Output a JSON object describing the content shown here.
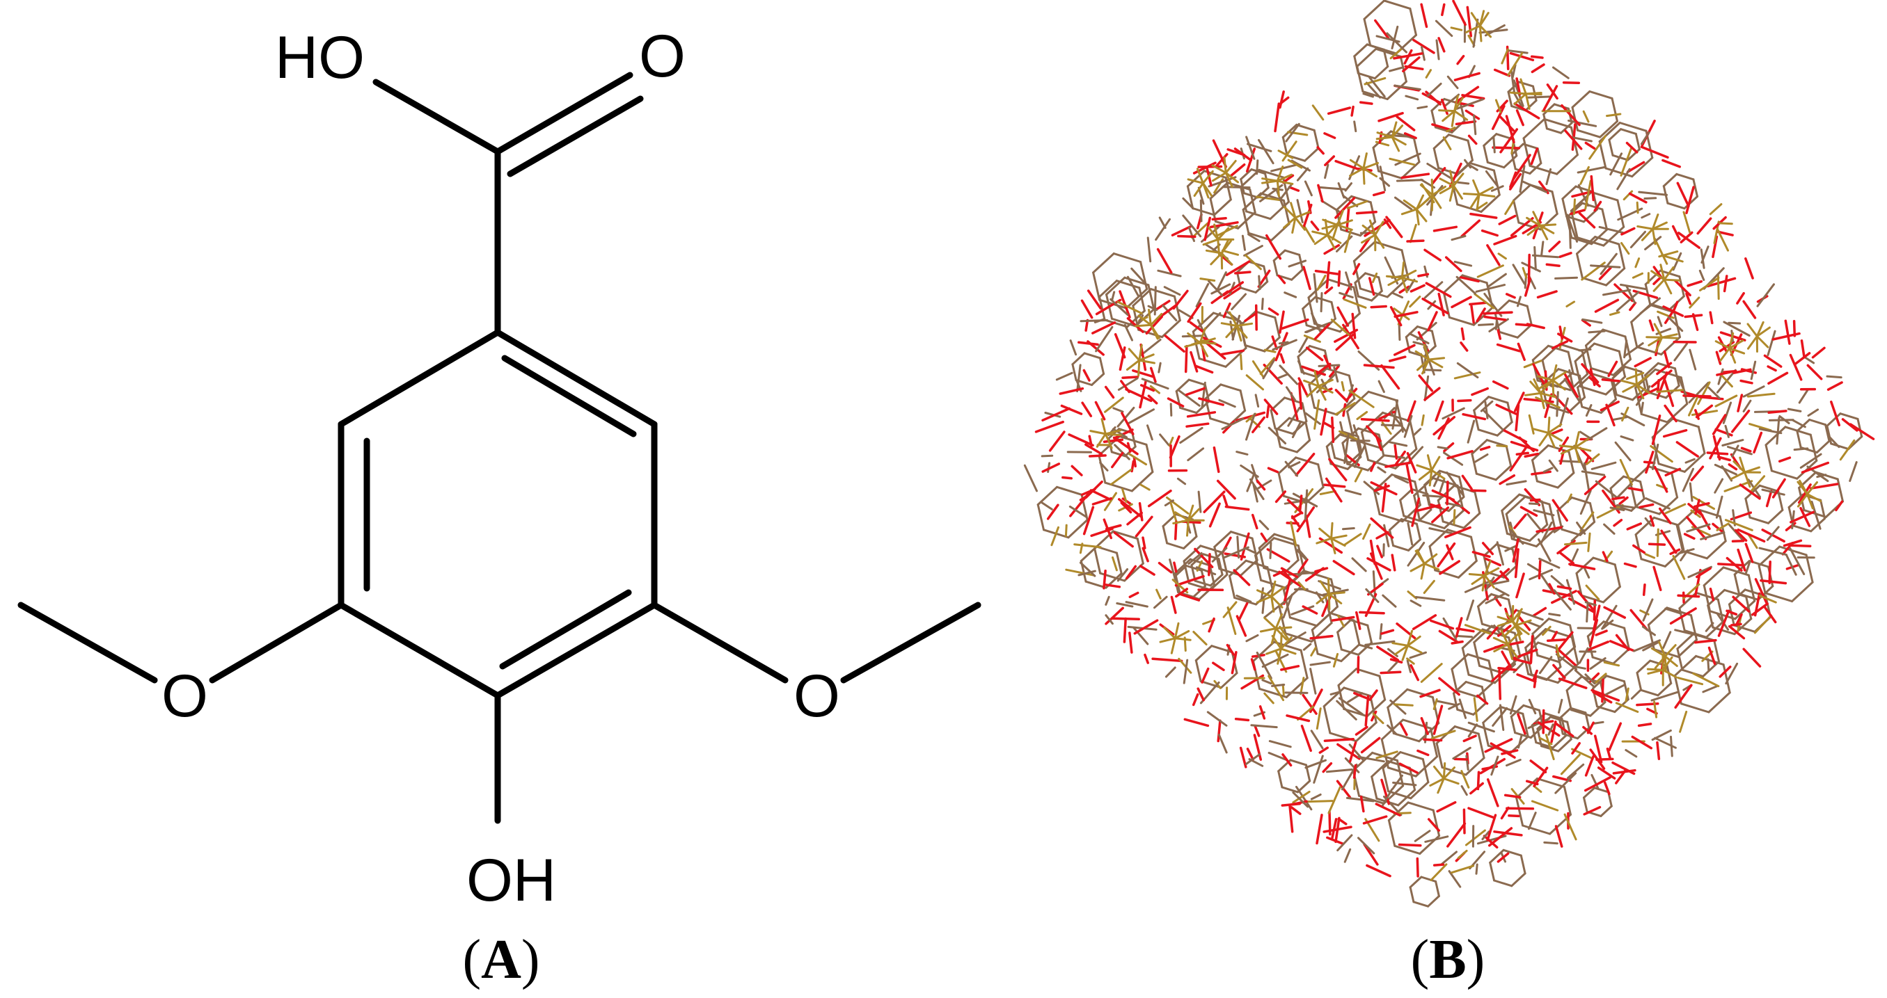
{
  "panel_a": {
    "caption_open": "(",
    "caption_letter": "A",
    "caption_close": ")",
    "labels": {
      "carboxyl_oh": "HO",
      "carbonyl_o": "O",
      "methoxy_o_left": "O",
      "methoxy_o_right": "O",
      "phenol_oh": "OH"
    },
    "bond_color": "#000000"
  },
  "panel_b": {
    "caption_open": "(",
    "caption_letter": "B",
    "caption_close": ")",
    "colors": {
      "carbon": "#8b6a4f",
      "oxygen": "#e8141c",
      "metal": "#b08a2a"
    }
  }
}
